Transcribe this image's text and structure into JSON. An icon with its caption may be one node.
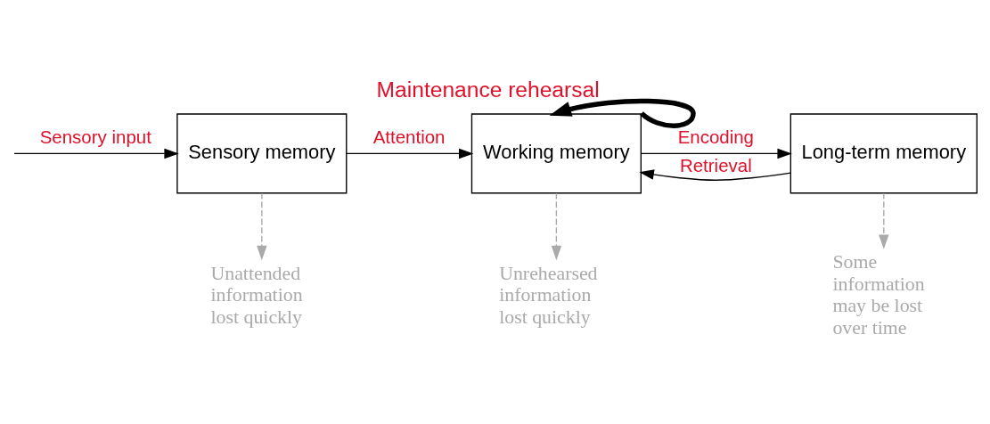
{
  "diagram": {
    "nodes": [
      {
        "text": [
          "Sensory memory"
        ]
      },
      {
        "text": [
          "Working memory"
        ]
      },
      {
        "text": [
          "Long-term memory"
        ]
      },
      {
        "text": [
          "Unattended information lost quickly"
        ]
      },
      {
        "text": [
          "Unrehearsed information lost quickly"
        ]
      },
      {
        "text": [
          "Some information may be lost over time"
        ]
      }
    ],
    "edges": [
      {
        "from": null,
        "to": 0,
        "arrow": "to",
        "label": "Sensory input"
      },
      {
        "from": 0,
        "to": 1,
        "arrow": "to",
        "label": "Attention"
      },
      {
        "from": 1,
        "to": 1,
        "arrow": "to",
        "label": "Maintenance rehearsal",
        "style": "thick"
      },
      {
        "from": 1,
        "to": 2,
        "arrow": "to",
        "label": "Encoding"
      },
      {
        "from": 2,
        "to": 1,
        "arrow": "to",
        "label": "Retrieval"
      },
      {
        "from": 0,
        "to": 3,
        "arrow": "to",
        "style": "dashed",
        "color": "#aaaaaa"
      },
      {
        "from": 1,
        "to": 4,
        "arrow": "to",
        "style": "dashed",
        "color": "#aaaaaa"
      },
      {
        "from": 2,
        "to": 5,
        "arrow": "to",
        "style": "dashed",
        "color": "#aaaaaa"
      }
    ]
  }
}
